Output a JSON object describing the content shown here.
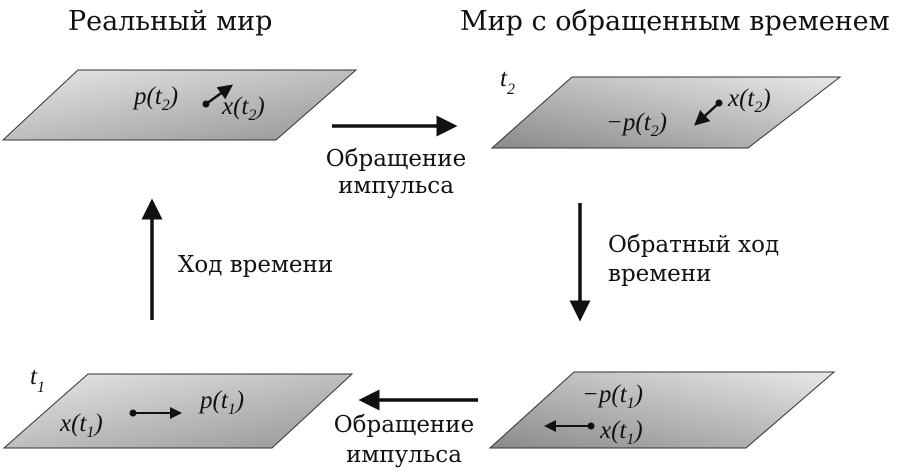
{
  "headings": {
    "real_world": "Реальный мир",
    "reversed_world": "Мир с обращенным временем"
  },
  "captions": {
    "momentum_reversal_top_line1": "Обращение",
    "momentum_reversal_top_line2": "импульса",
    "time_flow": "Ход времени",
    "reverse_time_flow_line1": "Обратный ход",
    "reverse_time_flow_line2": "времени",
    "momentum_reversal_bottom_line1": "Обращение",
    "momentum_reversal_bottom_line2": "импульса"
  },
  "planes": {
    "top_left": {
      "momentum_label": "p(t",
      "momentum_sub": "2",
      "position_label": "x(t",
      "position_sub": "2",
      "close_paren": ")"
    },
    "top_right": {
      "time_label": "t",
      "time_sub": "2",
      "momentum_label": "−p(t",
      "momentum_sub": "2",
      "position_label": "x(t",
      "position_sub": "2",
      "close_paren": ")"
    },
    "bottom_left": {
      "time_label": "t",
      "time_sub": "1",
      "position_label": "x(t",
      "position_sub": "1",
      "momentum_label": "p(t",
      "momentum_sub": "1",
      "close_paren": ")"
    },
    "bottom_right": {
      "momentum_label": "−p(t",
      "momentum_sub": "1",
      "position_label": "x(t",
      "position_sub": "1",
      "close_paren": ")"
    }
  },
  "colors": {
    "ink": "#111111",
    "plane_light": "#e6e6e6",
    "plane_dark": "#8c8c8c",
    "plane_edge": "#333333"
  }
}
